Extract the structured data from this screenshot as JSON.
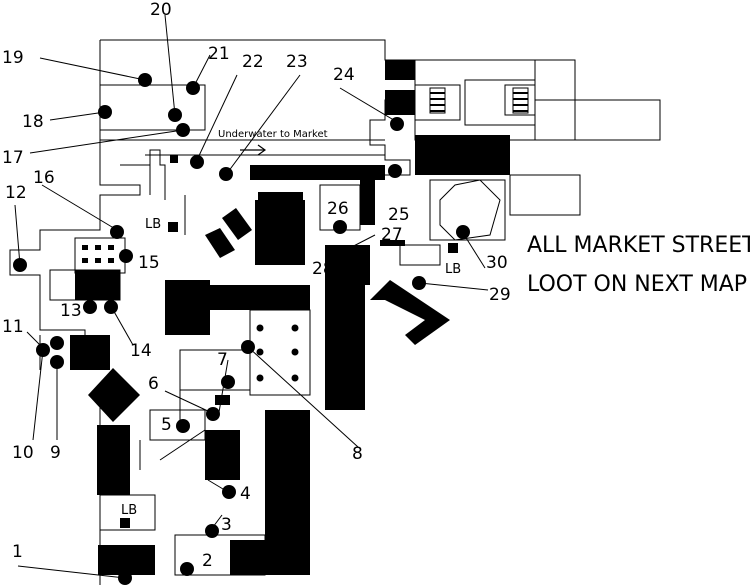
{
  "map": {
    "banner_line_1": "ALL MARKET STREET",
    "banner_line_2": "LOOT ON NEXT MAP",
    "route_note": "Underwater to Market",
    "lb_labels": [
      "LB",
      "LB",
      "LB"
    ],
    "markers": [
      "1",
      "2",
      "3",
      "4",
      "5",
      "6",
      "7",
      "8",
      "9",
      "10",
      "11",
      "12",
      "13",
      "14",
      "15",
      "16",
      "17",
      "18",
      "19",
      "20",
      "21",
      "22",
      "23",
      "24",
      "25",
      "26",
      "27",
      "28",
      "29",
      "30"
    ]
  }
}
